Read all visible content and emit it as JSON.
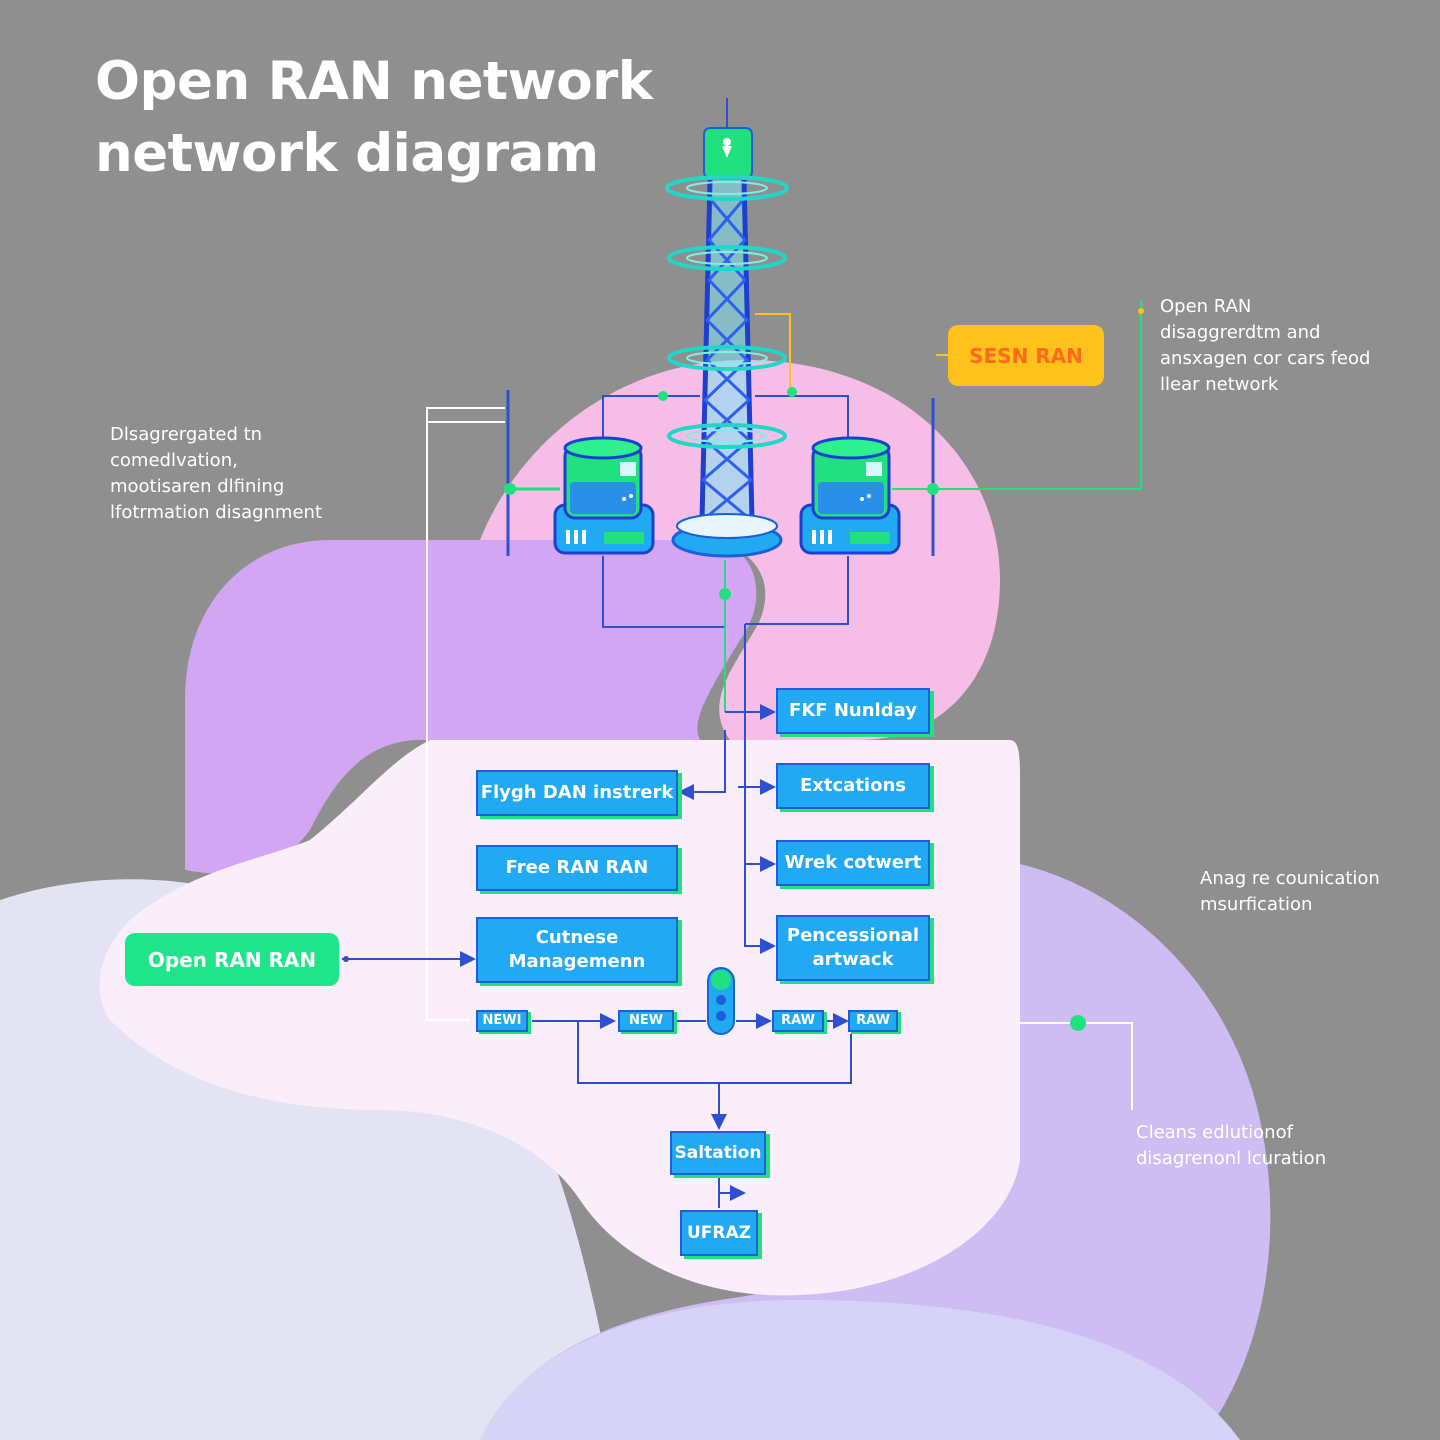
{
  "title": "Open RAN network\nnetwork diagram",
  "notes": {
    "left": "Dlsagrergated tn\ncomedlvation,\nmootisaren dlfining\nlfotrmation disagnment",
    "top_right": "Open RAN\ndisaggrerdtm and\nansxagen cor cars feod\nllear network",
    "mid_right": "Anag re counication\nmsurfication",
    "bottom_right": "Cleans edlutionof\ndisagrenonl lcuration"
  },
  "badges": {
    "sesn_ran": "SESN RAN",
    "open_ran_ran": "Open RAN RAN"
  },
  "boxes": {
    "fkf_nunlday": "FKF Nunlday",
    "extcations": "Extcations",
    "wrek_cotwert": "Wrek cotwert",
    "pencessional_artwack": "Pencessional\nartwack",
    "flygh_dan_instrerk": "Flygh DAN instrerk",
    "free_ran_ran": "Free RAN RAN",
    "cutnese_managemenn": "Cutnese\nManagemenn",
    "new_1": "NEWI",
    "new_2": "NEW",
    "raw_1": "RAW",
    "raw_2": "RAW",
    "saltation": "Saltation",
    "ufraz": "UFRAZ"
  },
  "icons": {
    "tower": "cell-tower-icon",
    "server_left": "radio-unit-server-icon",
    "server_right": "radio-unit-server-icon",
    "router": "router-node-icon"
  },
  "colors": {
    "background": "#8f8f8f",
    "box_fill": "#22a9f3",
    "box_border": "#1d5fd6",
    "accent_green": "#21e07f",
    "line_blue": "#2d4fd0",
    "badge_yellow": "#ffc21a",
    "badge_text_orange": "#ff6a1f",
    "blob_pink": "#f7bde6",
    "blob_purple": "#d4a6f5",
    "blob_light": "#fbeefb"
  }
}
